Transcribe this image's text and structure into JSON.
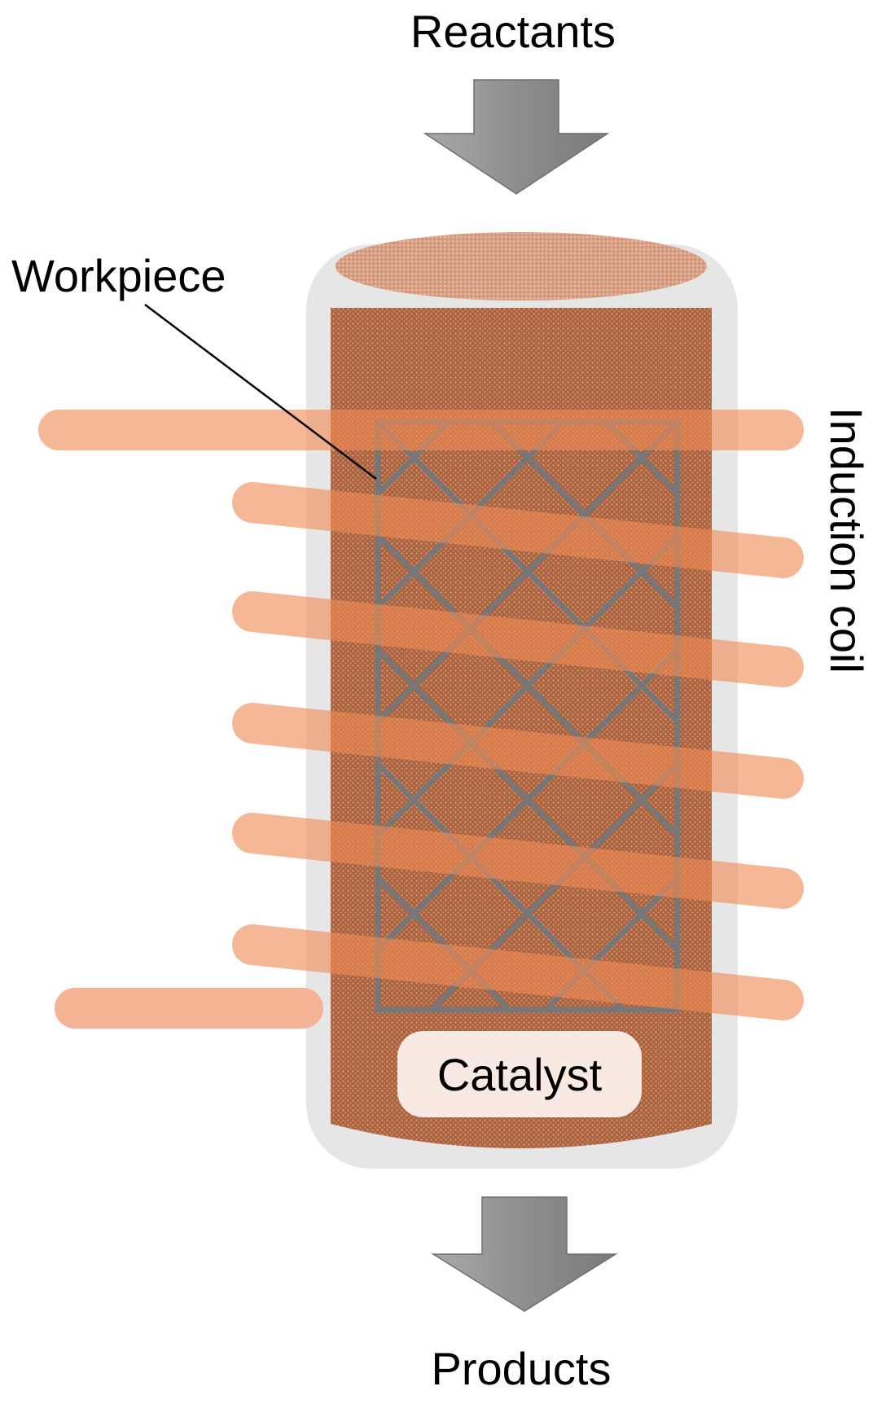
{
  "labels": {
    "reactants": "Reactants",
    "products": "Products",
    "workpiece": "Workpiece",
    "induction_coil": "Induction coil",
    "catalyst": "Catalyst"
  },
  "colors": {
    "vessel": "#e6e6e6",
    "catalyst_bed": "#b8744f",
    "catalyst_top": "#d9a184",
    "coil": "#f0a07a",
    "workpiece_mesh": "#777777",
    "arrow": "#8a8a8a",
    "catalyst_label_bg": "#f8e9e2"
  }
}
